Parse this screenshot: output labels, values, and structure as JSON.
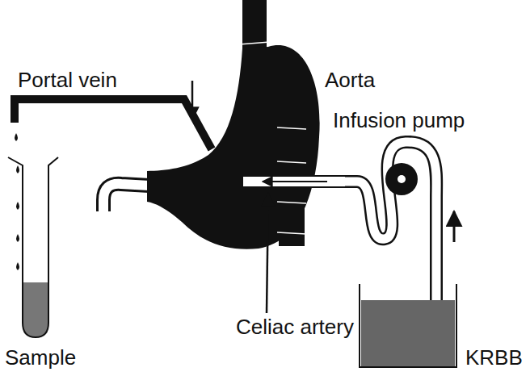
{
  "diagram": {
    "labels": [
      "Portal vein",
      "Aorta",
      "Infusion pump",
      "Celiac artery",
      "Sample",
      "KRBB"
    ]
  }
}
